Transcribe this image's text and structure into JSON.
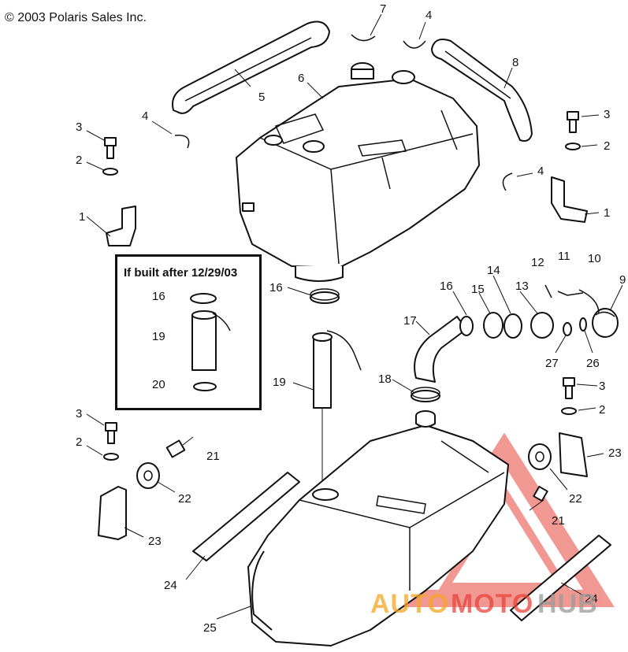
{
  "copyright": "© 2003 Polaris Sales Inc.",
  "inset": {
    "title": "If built after 12/29/03",
    "labels": [
      "16",
      "19",
      "20"
    ]
  },
  "callouts": [
    "1",
    "2",
    "3",
    "4",
    "5",
    "6",
    "7",
    "8",
    "9",
    "10",
    "11",
    "12",
    "13",
    "14",
    "15",
    "16",
    "17",
    "18",
    "19",
    "20",
    "21",
    "22",
    "23",
    "24",
    "25",
    "26",
    "27"
  ],
  "watermark": {
    "text_part1": "AUTO",
    "text_part2": "MOTO",
    "text_part3": "HUB",
    "color_orange": "#f5a623",
    "color_red": "#e8453c",
    "color_gray": "#9a9a9a"
  }
}
